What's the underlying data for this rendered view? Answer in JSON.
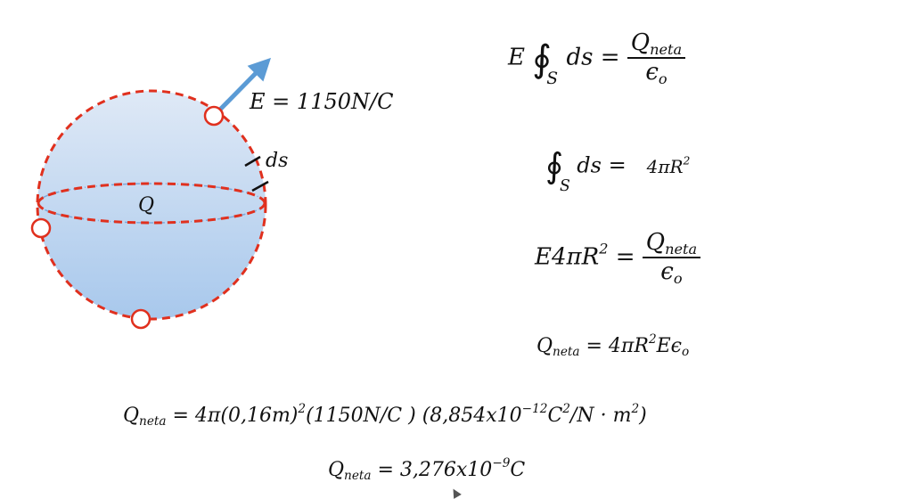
{
  "diagram": {
    "field_label": {
      "E": "E",
      "eq": "=",
      "value": "1150N/C"
    },
    "ds_label": "ds",
    "charge_label": "Q",
    "colors": {
      "dash": "#e0301e",
      "arrow": "#5b9bd5",
      "sphere_top": "#dfe9f6",
      "sphere_bottom": "#a8c8ec"
    }
  },
  "equations": {
    "eq1": {
      "E": "E",
      "sub_s": "S",
      "ds": "ds",
      "eq": "=",
      "num": "Q",
      "num_sub": "neta",
      "den": "ϵ",
      "den_sub": "o"
    },
    "eq2": {
      "sub_s": "S",
      "ds": "ds",
      "eq": "=",
      "rhs": "4πR",
      "rhs_exp": "2"
    },
    "eq3": {
      "lhs": "E4πR",
      "lhs_exp": "2",
      "eq": "=",
      "num": "Q",
      "num_sub": "neta",
      "den": "ϵ",
      "den_sub": "o"
    },
    "eq4": {
      "q": "Q",
      "q_sub": "neta",
      "eq": "=",
      "rhs_a": "4πR",
      "rhs_exp": "2",
      "rhs_b": "Eϵ",
      "rhs_sub": "o"
    },
    "eq5": {
      "q": "Q",
      "q_sub": "neta",
      "eq": "=",
      "p1": "4π(0,16m)",
      "p1_exp": "2",
      "p2": "(1150N/C ) (8,854x10",
      "p2_exp": "−12",
      "p3": "C",
      "p3_exp": "2",
      "p4": "/N · m",
      "p4_exp": "2",
      "p5": ")"
    },
    "eq6": {
      "q": "Q",
      "q_sub": "neta",
      "eq": "=",
      "val": "3,276x10",
      "val_exp": "−9",
      "unit": "C"
    }
  }
}
